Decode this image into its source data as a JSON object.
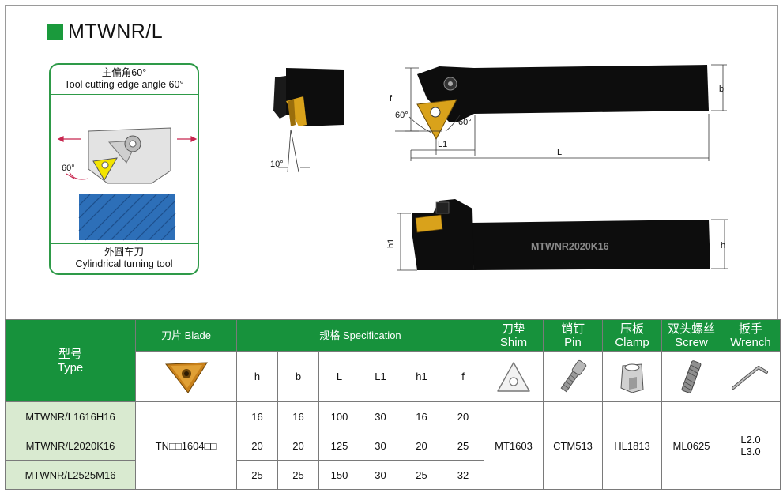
{
  "title": "MTWNR/L",
  "colors": {
    "green": "#17923c",
    "light_green": "#d9ead0",
    "insert_gold": "#d9a21b",
    "tool_black": "#0d0d0d"
  },
  "angle_box": {
    "cn": "主偏角60°",
    "en": "Tool cutting edge angle 60°",
    "angle_label": "60°",
    "foot_cn": "外圆车刀",
    "foot_en": "Cylindrical turning tool"
  },
  "drawing": {
    "side_angle": "10°",
    "angle_left": "60°",
    "angle_right": "60°",
    "dim_f": "f",
    "dim_b": "b",
    "dim_L1": "L1",
    "dim_L": "L",
    "dim_h1": "h1",
    "dim_h": "h",
    "shank_mark": "MTWNR2020K16"
  },
  "table": {
    "type_cn": "型号",
    "type_en": "Type",
    "blade_label": "刀片 Blade",
    "spec_label": "规格 Specification",
    "shim_cn": "刀垫",
    "shim_en": "Shim",
    "pin_cn": "销钉",
    "pin_en": "Pin",
    "clamp_cn": "压板",
    "clamp_en": "Clamp",
    "screw_cn": "双头螺丝",
    "screw_en": "Screw",
    "wrench_cn": "扳手",
    "wrench_en": "Wrench",
    "columns": [
      "h",
      "b",
      "L",
      "L1",
      "h1",
      "f"
    ],
    "rows": [
      {
        "type": "MTWNR/L1616H16",
        "values": [
          "16",
          "16",
          "100",
          "30",
          "16",
          "20"
        ]
      },
      {
        "type": "MTWNR/L2020K16",
        "values": [
          "20",
          "20",
          "125",
          "30",
          "20",
          "25"
        ]
      },
      {
        "type": "MTWNR/L2525M16",
        "values": [
          "25",
          "25",
          "150",
          "30",
          "25",
          "32"
        ]
      }
    ],
    "blade": "TN□□1604□□",
    "shim": "MT1603",
    "pin": "CTM513",
    "clamp": "HL1813",
    "screw": "ML0625",
    "wrench_1": "L2.0",
    "wrench_2": "L3.0"
  }
}
